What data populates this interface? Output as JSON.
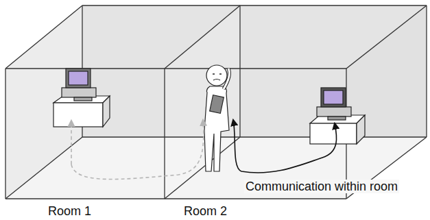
{
  "diagram": {
    "labels": [
      "Room 1",
      "Room 2",
      "Communication within room"
    ]
  }
}
